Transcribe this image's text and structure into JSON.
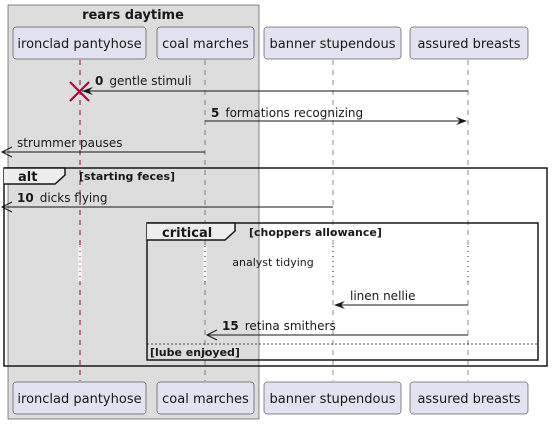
{
  "box": {
    "title": "rears daytime",
    "fill": "#DDDDDD"
  },
  "participants": [
    {
      "label": "ironclad pantyhose"
    },
    {
      "label": "coal marches"
    },
    {
      "label": "banner stupendous"
    },
    {
      "label": "assured breasts"
    }
  ],
  "messages": [
    {
      "seq": "0",
      "text": "gentle stimuli",
      "from": "assured breasts",
      "to": "ironclad pantyhose",
      "style": "solid",
      "destroy_target": true
    },
    {
      "seq": "5",
      "text": "formations recognizing",
      "from": "coal marches",
      "to": "assured breasts",
      "style": "solid"
    },
    {
      "seq": "",
      "text": "strummer pauses",
      "from": "coal marches",
      "to": "outside-left",
      "style": "solid"
    },
    {
      "seq": "10",
      "text": "dicks flying",
      "from": "banner stupendous",
      "to": "outside-left",
      "style": "solid"
    },
    {
      "seq": "",
      "text": "linen nellie",
      "from": "assured breasts",
      "to": "banner stupendous",
      "style": "solid"
    },
    {
      "seq": "15",
      "text": "retina smithers",
      "from": "assured breasts",
      "to": "coal marches",
      "style": "open-arrow"
    }
  ],
  "fragments": {
    "alt": {
      "keyword": "alt",
      "guard": "[starting feces]"
    },
    "critical": {
      "keyword": "critical",
      "guard": "[choppers allowance]",
      "else_guard": "[lube enjoyed]"
    }
  },
  "delay_text": "analyst tidying",
  "colors": {
    "participant_fill": "#E2E2F0",
    "line": "#181818",
    "destroy": "#A80036"
  }
}
